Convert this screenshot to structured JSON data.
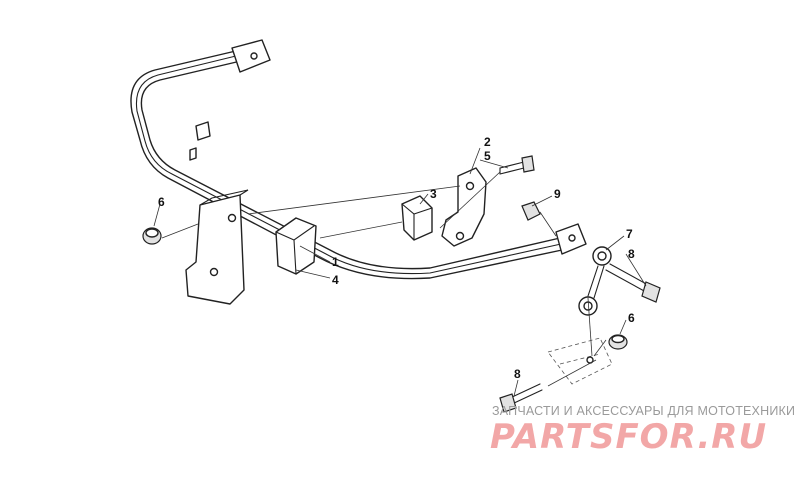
{
  "diagram": {
    "callouts": {
      "c1": "1",
      "c2": "2",
      "c3": "3",
      "c4": "4",
      "c5": "5",
      "c6a": "6",
      "c6b": "6",
      "c7": "7",
      "c8a": "8",
      "c8b": "8",
      "c9": "9"
    }
  },
  "watermark": {
    "tagline": "ЗАПЧАСТИ И АКСЕССУАРЫ ДЛЯ МОТОТЕХНИКИ",
    "logo_text": "PARTSFOR.RU",
    "logo_color": "#f2a7a7"
  }
}
